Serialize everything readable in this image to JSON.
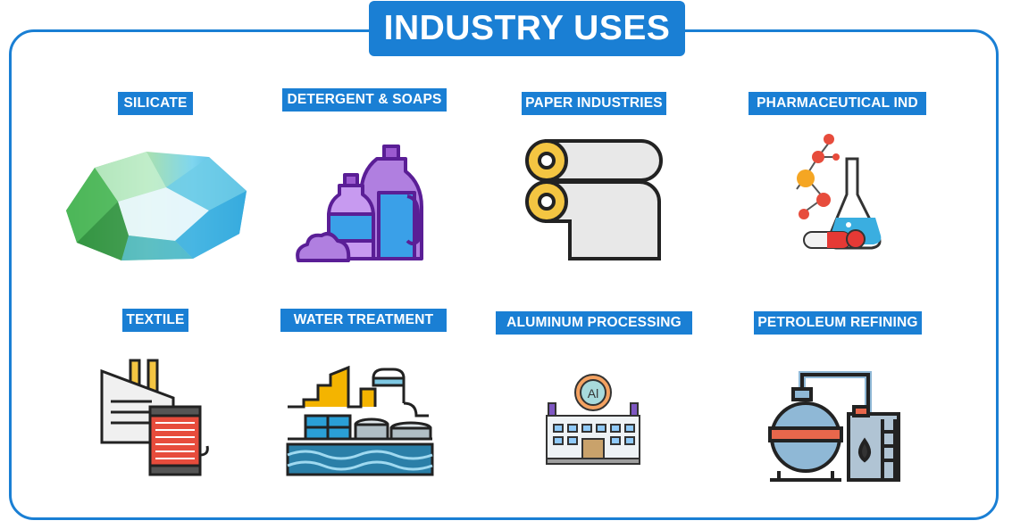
{
  "title": "INDUSTRY USES",
  "items": [
    {
      "label": "SILICATE",
      "icon": "crystal-icon"
    },
    {
      "label": "DETERGENT & SOAPS",
      "icon": "detergent-bottles-icon"
    },
    {
      "label": "PAPER INDUSTRIES",
      "icon": "paper-rolls-icon"
    },
    {
      "label": "PHARMACEUTICAL IND",
      "icon": "flask-molecule-icon"
    },
    {
      "label": "TEXTILE",
      "icon": "textile-factory-icon"
    },
    {
      "label": "WATER TREATMENT",
      "icon": "water-plant-icon"
    },
    {
      "label": "ALUMINUM PROCESSING",
      "icon": "aluminum-factory-icon"
    },
    {
      "label": "PETROLEUM REFINING",
      "icon": "refinery-icon"
    }
  ],
  "al_text": "Al",
  "colors": {
    "accent": "#1a7fd4"
  }
}
